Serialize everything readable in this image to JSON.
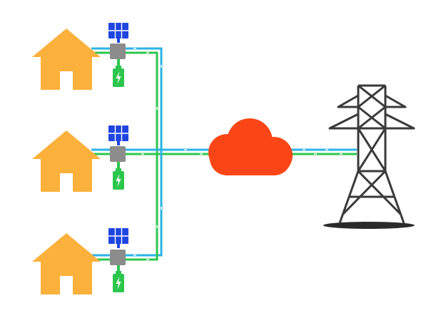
{
  "colors": {
    "house": "#FBB13C",
    "house_door": "#FFFFFF",
    "solar_panel": "#1F45E0",
    "inverter": "#8C8C8C",
    "battery": "#2DC64D",
    "battery_bolt": "#FFFFFF",
    "line_blue": "#2BB3E6",
    "line_green": "#2DC64D",
    "cloud": "#FA4616",
    "tower": "#3A3A3A",
    "ground": "#2B2B2B",
    "background": "#FFFFFF"
  },
  "icons": {
    "house": "house-icon",
    "solar": "solar-panel-icon",
    "inverter": "inverter-box-icon",
    "battery": "battery-icon",
    "cloud": "cloud-icon",
    "tower": "transmission-tower-icon"
  },
  "homes": [
    {
      "id": "home-1"
    },
    {
      "id": "home-2"
    },
    {
      "id": "home-3"
    }
  ]
}
